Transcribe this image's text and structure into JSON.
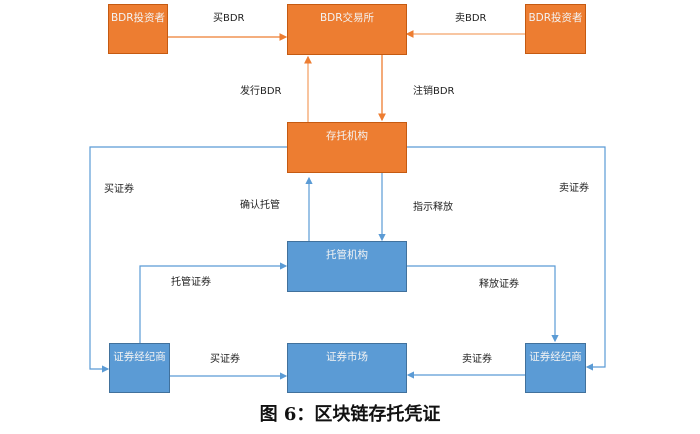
{
  "nodes": {
    "bdr_investor_left": "BDR投资者",
    "bdr_exchange": "BDR交易所",
    "bdr_investor_right": "BDR投资者",
    "depository": "存托机构",
    "custodian": "托管机构",
    "broker_left": "证券经纪商",
    "securities_market": "证券市场",
    "broker_right": "证券经纪商"
  },
  "edges": {
    "buy_bdr": "买BDR",
    "sell_bdr": "卖BDR",
    "issue_bdr": "发行BDR",
    "cancel_bdr": "注销BDR",
    "buy_securities_outer": "买证券",
    "sell_securities_outer": "卖证券",
    "confirm_custody": "确认托管",
    "instruct_release": "指示释放",
    "custody_securities": "托管证券",
    "release_securities": "释放证券",
    "buy_securities": "买证券",
    "sell_securities": "卖证券"
  },
  "colors": {
    "orange": "#ed7d31",
    "blue": "#5b9bd5",
    "orange_line": "#f4a36b",
    "blue_line": "#5b9bd5"
  },
  "caption": "图 6：区块链存托凭证"
}
